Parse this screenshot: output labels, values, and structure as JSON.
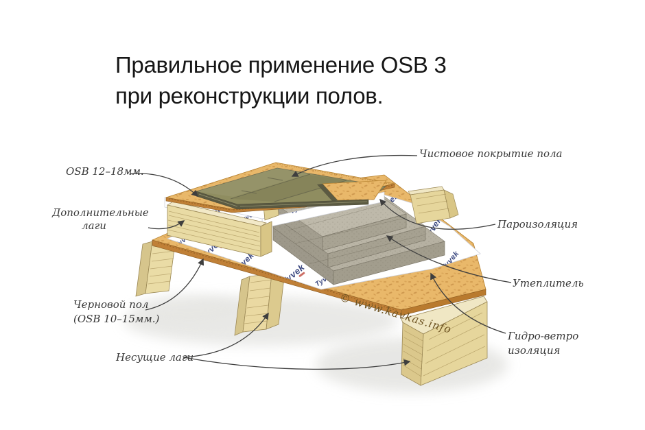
{
  "title": {
    "line1": "Правильное применение OSB 3",
    "line2": "при реконструкции полов."
  },
  "labels": {
    "osb_top": "OSB 12–18мм.",
    "additional_joists": {
      "line1": "Дополнительные",
      "line2": "лаги"
    },
    "subfloor": {
      "line1": "Черновой пол",
      "line2": "(OSB 10–15мм.)"
    },
    "bearing_joists": "Несущие лаги",
    "finish_floor": "Чистовое покрытие пола",
    "vapor_barrier": "Пароизоляция",
    "insulation": "Утеплитель",
    "hydro_wind": {
      "line1": "Гидро-ветро",
      "line2": "изоляция"
    }
  },
  "diagram": {
    "membrane_brand": "Tyvek",
    "watermark": "© www.kavkas.info",
    "components": [
      "finish-floor-planks",
      "osb-top-layer",
      "vapor-barrier-membrane",
      "additional-joists",
      "insulation-blocks",
      "hydro-wind-membrane",
      "subfloor-osb-layer",
      "load-bearing-joists"
    ],
    "colors": {
      "osb": "#e9b86a",
      "osb_edge": "#c08037",
      "wood_face": "#e8d9a0",
      "wood_side": "#d9c686",
      "flooring": "#8f8d60",
      "insulation": "#b6b1a2",
      "membrane": "#ffffff",
      "tyvek_blue": "#3a477f",
      "tyvek_red": "#bf4a3f",
      "leader_line": "#3e3e3e",
      "title_text": "#161616",
      "label_text": "#383838"
    }
  }
}
